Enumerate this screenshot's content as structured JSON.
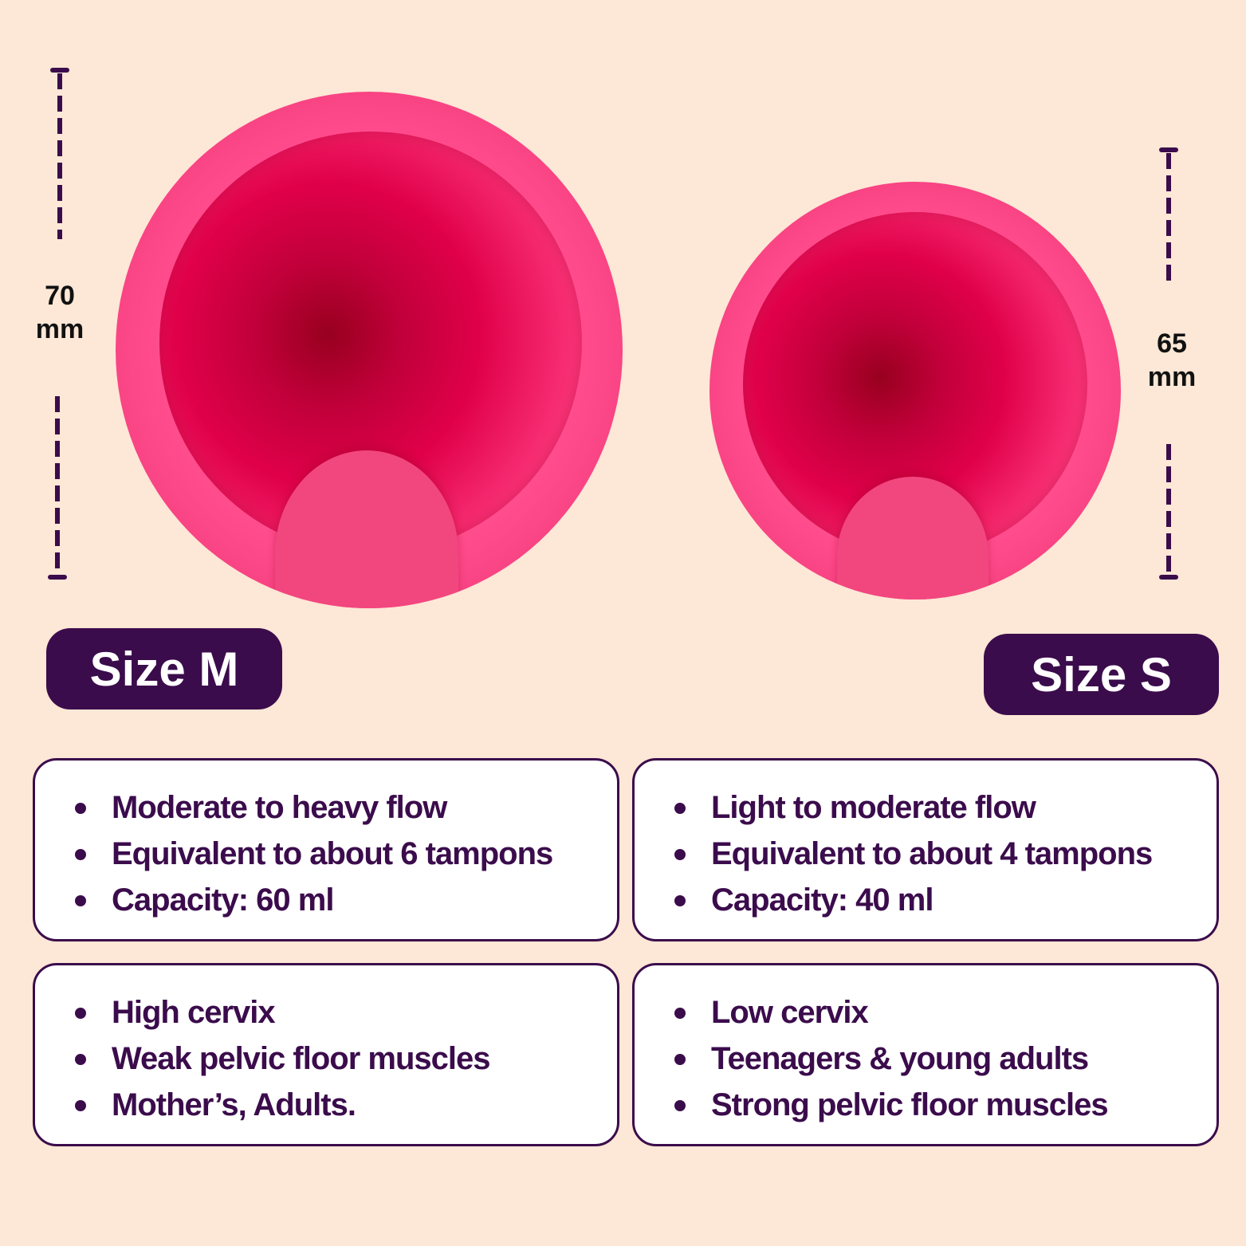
{
  "colors": {
    "background": "#fde7d6",
    "accent": "#3b0c4c",
    "cup": "#ff4b8c"
  },
  "size_m": {
    "label": "Size M",
    "dimension_value": "70",
    "dimension_unit": "mm",
    "box1": [
      "Moderate to heavy flow",
      "Equivalent to about 6 tampons",
      "Capacity: 60 ml"
    ],
    "box2": [
      "High cervix",
      "Weak pelvic floor muscles",
      "Mother’s, Adults."
    ]
  },
  "size_s": {
    "label": "Size S",
    "dimension_value": "65",
    "dimension_unit": "mm",
    "box1": [
      "Light to moderate flow",
      "Equivalent to about 4 tampons",
      "Capacity: 40 ml"
    ],
    "box2": [
      "Low cervix",
      "Teenagers & young adults",
      "Strong pelvic floor muscles"
    ]
  }
}
